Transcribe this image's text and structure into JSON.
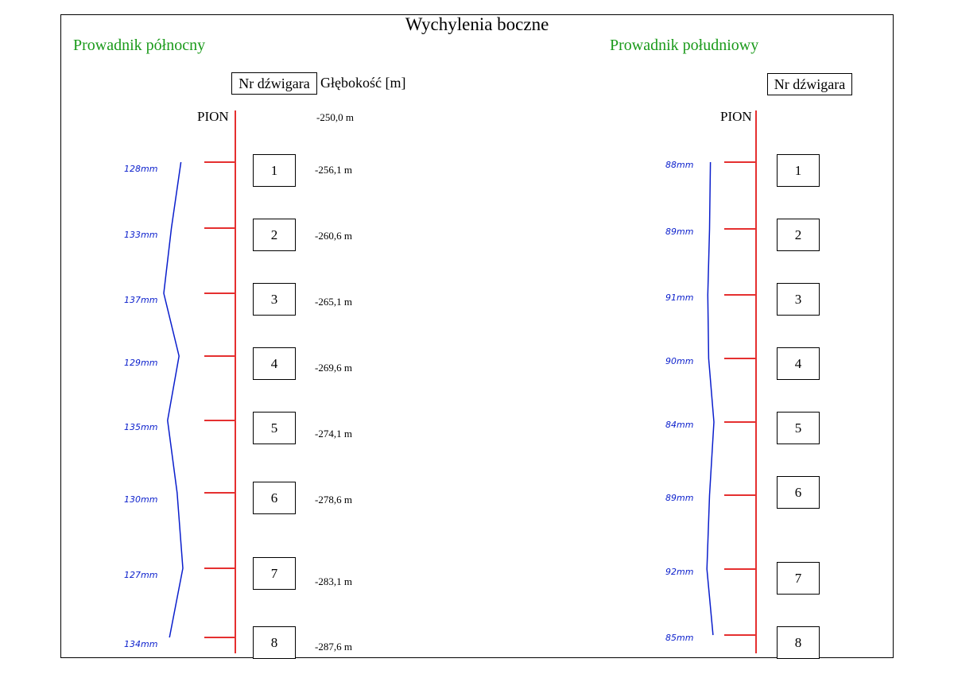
{
  "title": "Wychylenia boczne",
  "north": {
    "heading": "Prowadnik północny",
    "girder_header": "Nr dźwigara",
    "depth_header": "Głębokość [m]",
    "pion_label": "PION",
    "top_depth": "-250,0 m",
    "rows": [
      {
        "girder": "1",
        "depth": "-256,1  m",
        "deflection": "128mm",
        "value_mm": 128
      },
      {
        "girder": "2",
        "depth": "-260,6  m",
        "deflection": "133mm",
        "value_mm": 133
      },
      {
        "girder": "3",
        "depth": "-265,1 m",
        "deflection": "137mm",
        "value_mm": 137
      },
      {
        "girder": "4",
        "depth": "-269,6 m",
        "deflection": "129mm",
        "value_mm": 129
      },
      {
        "girder": "5",
        "depth": "-274,1 m",
        "deflection": "135mm",
        "value_mm": 135
      },
      {
        "girder": "6",
        "depth": "-278,6 m",
        "deflection": "130mm",
        "value_mm": 130
      },
      {
        "girder": "7",
        "depth": "-283,1 m",
        "deflection": "127mm",
        "value_mm": 127
      },
      {
        "girder": "8",
        "depth": "-287,6 m",
        "deflection": "134mm",
        "value_mm": 134
      }
    ]
  },
  "south": {
    "heading": "Prowadnik południowy",
    "girder_header": "Nr dźwigara",
    "pion_label": "PION",
    "rows": [
      {
        "girder": "1",
        "deflection": "88mm",
        "value_mm": 88
      },
      {
        "girder": "2",
        "deflection": "89mm",
        "value_mm": 89
      },
      {
        "girder": "3",
        "deflection": "91mm",
        "value_mm": 91
      },
      {
        "girder": "4",
        "deflection": "90mm",
        "value_mm": 90
      },
      {
        "girder": "5",
        "deflection": "84mm",
        "value_mm": 84
      },
      {
        "girder": "6",
        "deflection": "89mm",
        "value_mm": 89
      },
      {
        "girder": "7",
        "deflection": "92mm",
        "value_mm": 92
      },
      {
        "girder": "8",
        "deflection": "85mm",
        "value_mm": 85
      }
    ]
  },
  "colors": {
    "pion_line": "#e53030",
    "deflection_curve": "#0a1ecc",
    "heading": "#1a9a1a"
  }
}
